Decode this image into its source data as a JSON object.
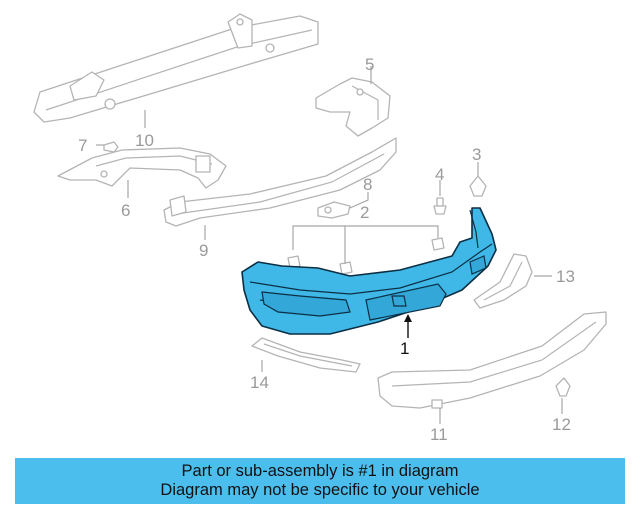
{
  "diagram": {
    "callouts": [
      "1",
      "2",
      "3",
      "4",
      "5",
      "6",
      "7",
      "8",
      "9",
      "10",
      "11",
      "12",
      "13",
      "14"
    ],
    "highlight_color": "#3fb8e8"
  },
  "banner": {
    "line1": "Part or sub-assembly is #1 in diagram",
    "line2": "Diagram may not be specific to your vehicle",
    "background": "#4cbeed"
  }
}
